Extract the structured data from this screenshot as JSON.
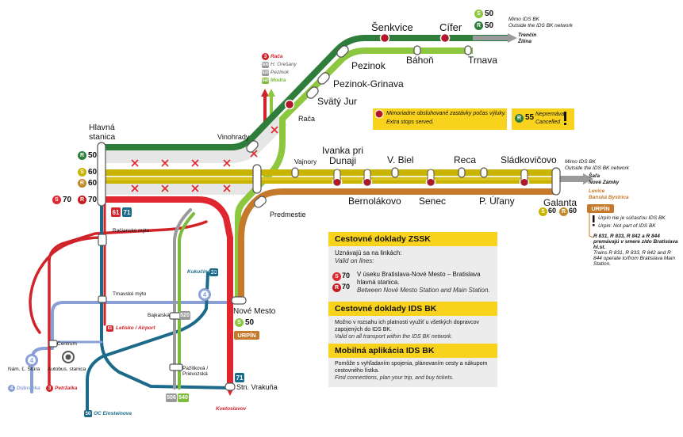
{
  "stations": {
    "senkvice": "Šenkvice",
    "cifer": "Cífer",
    "bahon": "Báhoň",
    "trnava": "Trnava",
    "pezinok": "Pezinok",
    "pezinok_grinava": "Pezinok-Grinava",
    "svaty_jur": "Svätý Jur",
    "raca": "Rača",
    "vinohrady": "Vinohrady",
    "hlavna_stanica": "Hlavná stanica",
    "vajnory": "Vajnory",
    "ivanka": "Ivanka pri Dunaji",
    "v_biel": "V. Biel",
    "reca": "Reca",
    "sladkovicovo": "Sládkovičovo",
    "bernolakovo": "Bernolákovo",
    "senec": "Senec",
    "p_ulany": "P. Úľany",
    "galanta": "Galanta",
    "predmestie": "Predmestie",
    "nove_mesto": "Nové Mesto",
    "stn_vrakuna": "Stn. Vrakuňa",
    "racianske_myto": "Račianske mýto",
    "trnavske_myto": "Trnavské mýto",
    "bajkalska": "Bajkalská",
    "pazitkova": "Pažítková / Prievozská",
    "centrum": "Centrum",
    "nam_stura": "Nám. Ľ. Štúra",
    "autobus_stanica": "Autobus. stanica"
  },
  "directions": {
    "trencin": "Trenčín",
    "zilina": "Žilina",
    "sala": "Šaľa",
    "nove_zamky": "Nové Zámky",
    "levice": "Levice",
    "banska_bystrica": "Banská Bystrica",
    "mimo_top_sk": "Mimo IDS BK",
    "mimo_top_en": "Outside the IDS BK network",
    "mimo_mid_sk": "Mimo IDS BK",
    "mimo_mid_en": "Outside the IDS BK network"
  },
  "lines": {
    "s50": "50",
    "r50": "50",
    "s60": "60",
    "r60": "60",
    "s70": "70",
    "r70": "70",
    "gal_s60": "60",
    "gal_r60": "60",
    "nm_s50": "50",
    "s_letter": "S",
    "r_letter": "R",
    "tram61": "61",
    "tram71": "71",
    "tram71b": "71",
    "tram4": "4",
    "tram4b": "4",
    "tram4c": "4",
    "bus50": "50",
    "bus50b": "50",
    "bus520": "520",
    "bus506": "506",
    "bus540": "540",
    "bus506_top": "506",
    "bus520_top": "520",
    "bus540_top": "540",
    "tram3": "3",
    "tram3b": "3"
  },
  "tram_dest": {
    "raca": "Rača",
    "h_orecany": "H. Orešany",
    "pezinok": "Pezinok",
    "modra": "Modra",
    "letisko": "Letisko / Airport",
    "kukucinova": "Kukučínova",
    "dubravka": "Dúbravka",
    "petrzalka": "Petržalka",
    "oc_einsteinova": "OC Einsteinova",
    "kvetoslavov": "Kvetoslavov"
  },
  "urpin": "URPÍN",
  "urpin2": "URPÍN",
  "urpin_note": {
    "sk": "Urpín nie je súčasťou IDS BK",
    "en": "Urpin: Not part of IDS BK",
    "r_sk": "R 831, R 833, R 842 a R 844 premávajú v smere z/do Bratislava hl.st.",
    "r_en": "Trains R 831, R 833, R 842 and R 844 operate to/from Bratislava Main Station."
  },
  "legend": {
    "extra_sk": "Mimoriadne obsluhované zastávky počas výluky.",
    "extra_en": "Extra stops served.",
    "r55": "55",
    "cancel_sk": "Nepremáva",
    "cancel_en": "Cancelled"
  },
  "panels": {
    "zssk_title": "Cestovné doklady ZSSK",
    "zssk_sk": "Uznávajú sa na linkách:",
    "zssk_en": "Valid on lines:",
    "zssk_s70": "70",
    "zssk_r70": "70",
    "zssk_text_sk": "V úseku Bratislava-Nové Mesto – Bratislava hlavná stanica.",
    "zssk_text_en": "Between Nové Mesto Station and Main Station.",
    "ids_title": "Cestovné doklady IDS BK",
    "ids_sk": "Možno v rozsahu ich platnosti využiť u všetkých dopravcov zapojených do IDS BK.",
    "ids_en": "Valid on all transport within the IDS BK network.",
    "app_title": "Mobilná aplikácia IDS BK",
    "app_sk": "Pomôže s vyhľadaním spojenia, plánovaním cesty a nákupom cestovného lístka.",
    "app_en": "Find connections, plan your trip, and buy tickets."
  },
  "colors": {
    "s50": "#8dc63f",
    "r50": "#2e7d3a",
    "s60": "#c9b400",
    "r60": "#c28a2a",
    "s70": "#e0262f",
    "r70": "#c61d23",
    "disrupted": "#e6e6e6",
    "tram_red": "#d0232a",
    "tram_teal": "#1b6a8a",
    "tram_lightblue": "#8a9fd6",
    "bus_grey": "#9a9a9a",
    "bus_green": "#7dbb3a",
    "panel_yellow": "#f8d21c"
  }
}
